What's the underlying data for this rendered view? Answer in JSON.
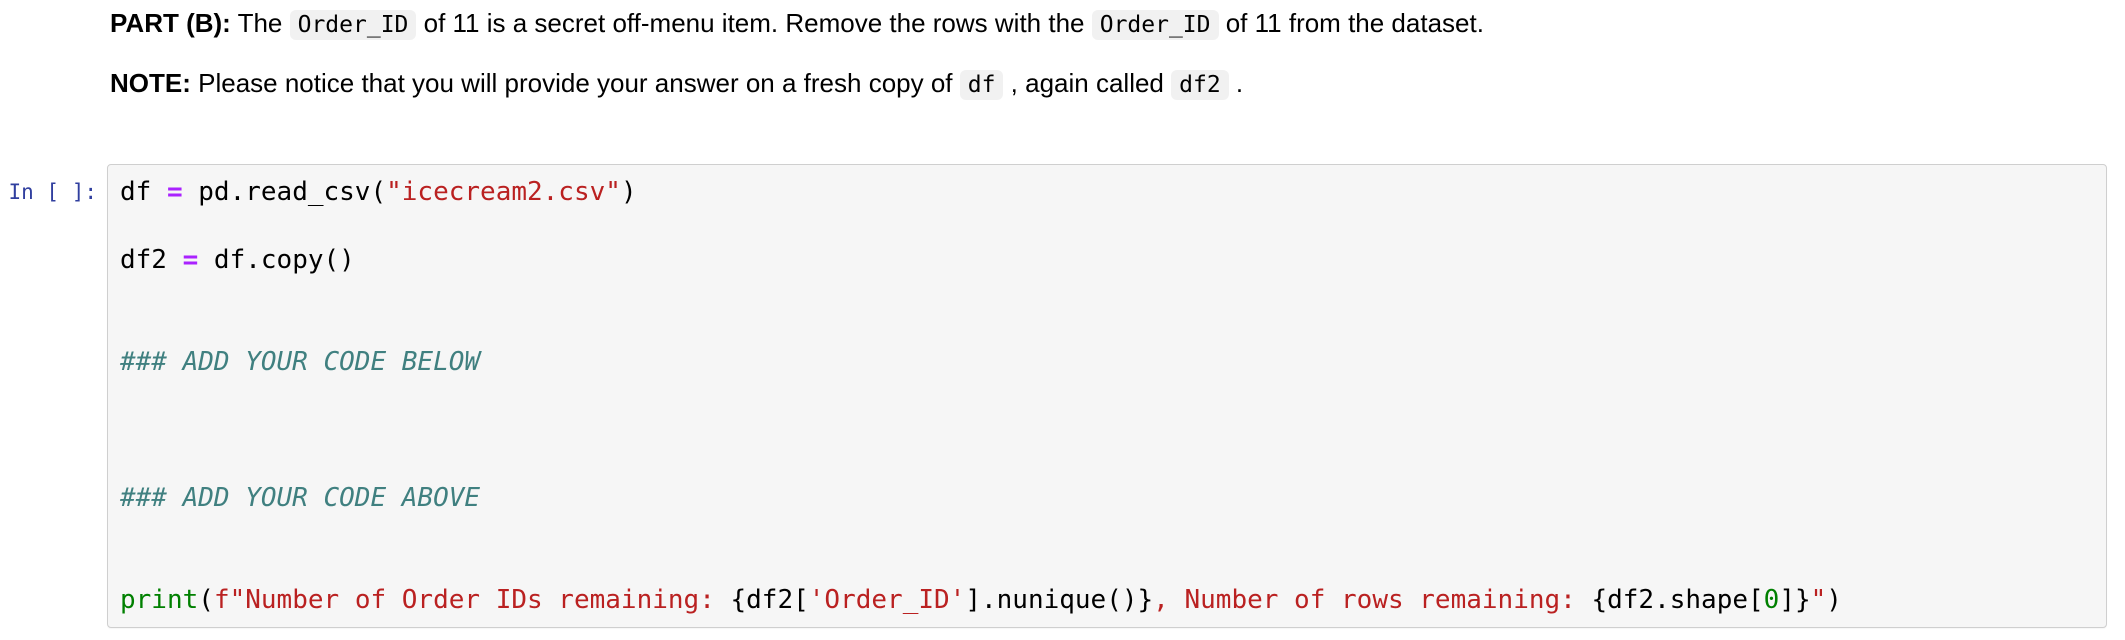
{
  "markdown": {
    "part_b": {
      "bold": "PART (B):",
      "t1": " The ",
      "code1": "Order_ID",
      "t2": " of 11 is a secret off-menu item. Remove the rows with the ",
      "code2": "Order_ID",
      "t3": " of 11 from the dataset."
    },
    "note": {
      "bold": "NOTE:",
      "t1": " Please notice that you will provide your answer on a fresh copy of ",
      "code1": "df",
      "t2": " , again called ",
      "code2": "df2",
      "t3": " ."
    }
  },
  "cell": {
    "prompt": "In [ ]:",
    "execution_state": "not yet executed",
    "lines": [
      [
        {
          "t": "df ",
          "c": "plain"
        },
        {
          "t": "=",
          "c": "op"
        },
        {
          "t": " pd.read_csv(",
          "c": "plain"
        },
        {
          "t": "\"icecream2.csv\"",
          "c": "str"
        },
        {
          "t": ")",
          "c": "plain"
        }
      ],
      [],
      [
        {
          "t": "df2 ",
          "c": "plain"
        },
        {
          "t": "=",
          "c": "op"
        },
        {
          "t": " df.copy()",
          "c": "plain"
        }
      ],
      [],
      [],
      [
        {
          "t": "### ADD YOUR CODE BELOW",
          "c": "comment"
        }
      ],
      [],
      [],
      [],
      [
        {
          "t": "### ADD YOUR CODE ABOVE",
          "c": "comment"
        }
      ],
      [],
      [],
      [
        {
          "t": "print",
          "c": "builtin"
        },
        {
          "t": "(",
          "c": "plain"
        },
        {
          "t": "f\"Number of Order IDs remaining: ",
          "c": "str"
        },
        {
          "t": "{df2[",
          "c": "plain"
        },
        {
          "t": "'Order_ID'",
          "c": "str"
        },
        {
          "t": "].nunique()}",
          "c": "plain"
        },
        {
          "t": ", Number of rows remaining: ",
          "c": "str"
        },
        {
          "t": "{df2.shape[",
          "c": "plain"
        },
        {
          "t": "0",
          "c": "num"
        },
        {
          "t": "]}",
          "c": "plain"
        },
        {
          "t": "\"",
          "c": "str"
        },
        {
          "t": ")",
          "c": "plain"
        }
      ]
    ]
  },
  "colors": {
    "prompt": "#303F9F",
    "operator": "#AA22FF",
    "string": "#BA2121",
    "builtin": "#008000",
    "number": "#008000",
    "comment": "#408080",
    "cell_background": "#F6F6F6",
    "cell_border": "#CFCFCF",
    "inline_code_background": "#F1F1F1"
  }
}
